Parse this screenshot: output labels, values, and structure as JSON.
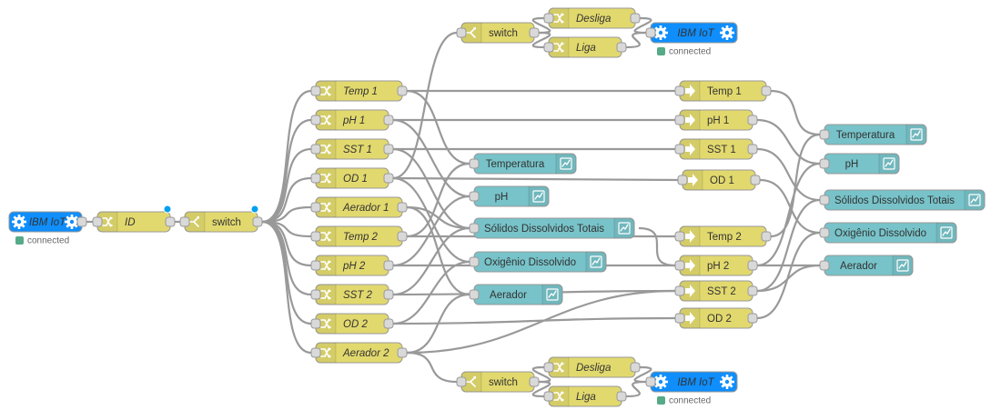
{
  "colors": {
    "function": "#e2d96e",
    "function_selected_border": "#ff7f0e",
    "output": "#e2d96e",
    "chart": "#77c3c9",
    "ibm": "#0f8efc",
    "status": "#5a8"
  },
  "flow": {
    "nodes": [
      {
        "id": "ibm_in",
        "type": "ibm",
        "label": "IBM IoT",
        "icon": "gear-icon",
        "status": "connected"
      },
      {
        "id": "id",
        "type": "function",
        "label": "ID",
        "icon": "shuffle-icon",
        "italic": true,
        "changed": true
      },
      {
        "id": "sw_main",
        "type": "function",
        "label": "switch",
        "icon": "switch-icon",
        "italic": false,
        "changed": true,
        "selected": true
      },
      {
        "id": "temp1",
        "type": "function",
        "label": "Temp 1",
        "icon": "shuffle-icon",
        "italic": true
      },
      {
        "id": "ph1",
        "type": "function",
        "label": "pH 1",
        "icon": "shuffle-icon",
        "italic": true
      },
      {
        "id": "sst1",
        "type": "function",
        "label": "SST 1",
        "icon": "shuffle-icon",
        "italic": true
      },
      {
        "id": "od1",
        "type": "function",
        "label": "OD 1",
        "icon": "shuffle-icon",
        "italic": true
      },
      {
        "id": "aer1",
        "type": "function",
        "label": "Aerador 1",
        "icon": "shuffle-icon",
        "italic": true
      },
      {
        "id": "temp2",
        "type": "function",
        "label": "Temp 2",
        "icon": "shuffle-icon",
        "italic": true
      },
      {
        "id": "ph2",
        "type": "function",
        "label": "pH 2",
        "icon": "shuffle-icon",
        "italic": true
      },
      {
        "id": "sst2",
        "type": "function",
        "label": "SST 2",
        "icon": "shuffle-icon",
        "italic": true
      },
      {
        "id": "od2",
        "type": "function",
        "label": "OD 2",
        "icon": "shuffle-icon",
        "italic": true
      },
      {
        "id": "aer2",
        "type": "function",
        "label": "Aerador 2",
        "icon": "shuffle-icon",
        "italic": true
      },
      {
        "id": "sw_top",
        "type": "function",
        "label": "switch",
        "icon": "switch-icon",
        "italic": false
      },
      {
        "id": "desl_top",
        "type": "function",
        "label": "Desliga",
        "icon": "shuffle-icon",
        "italic": true
      },
      {
        "id": "liga_top",
        "type": "function",
        "label": "Liga",
        "icon": "shuffle-icon",
        "italic": true
      },
      {
        "id": "ibm_top",
        "type": "ibm",
        "label": "IBM IoT",
        "icon": "gear-icon",
        "status": "connected"
      },
      {
        "id": "sw_bot",
        "type": "function",
        "label": "switch",
        "icon": "switch-icon",
        "italic": false
      },
      {
        "id": "desl_bot",
        "type": "function",
        "label": "Desliga",
        "icon": "shuffle-icon",
        "italic": true
      },
      {
        "id": "liga_bot",
        "type": "function",
        "label": "Liga",
        "icon": "shuffle-icon",
        "italic": true
      },
      {
        "id": "ibm_bot",
        "type": "ibm",
        "label": "IBM IoT",
        "icon": "gear-icon",
        "status": "connected"
      },
      {
        "id": "c_temp_a",
        "type": "chart",
        "label": "Temperatura",
        "icon": "chart-icon"
      },
      {
        "id": "c_ph_a",
        "type": "chart",
        "label": "pH",
        "icon": "chart-icon"
      },
      {
        "id": "c_sst_a",
        "type": "chart",
        "label": "Sólidos Dissolvidos Totais",
        "icon": "chart-icon"
      },
      {
        "id": "c_od_a",
        "type": "chart",
        "label": "Oxigênio Dissolvido",
        "icon": "chart-icon"
      },
      {
        "id": "c_aer_a",
        "type": "chart",
        "label": "Aerador",
        "icon": "chart-icon"
      },
      {
        "id": "o_temp1",
        "type": "output",
        "label": "Temp 1",
        "icon": "arrow-icon"
      },
      {
        "id": "o_ph1",
        "type": "output",
        "label": "pH 1",
        "icon": "arrow-icon"
      },
      {
        "id": "o_sst1",
        "type": "output",
        "label": "SST 1",
        "icon": "arrow-icon"
      },
      {
        "id": "o_od1",
        "type": "output",
        "label": "OD 1",
        "icon": "arrow-icon"
      },
      {
        "id": "o_temp2",
        "type": "output",
        "label": "Temp 2",
        "icon": "arrow-icon"
      },
      {
        "id": "o_ph2",
        "type": "output",
        "label": "pH 2",
        "icon": "arrow-icon"
      },
      {
        "id": "o_sst2",
        "type": "output",
        "label": "SST 2",
        "icon": "arrow-icon"
      },
      {
        "id": "o_od2",
        "type": "output",
        "label": "OD 2",
        "icon": "arrow-icon"
      },
      {
        "id": "c_temp_b",
        "type": "chart",
        "label": "Temperatura",
        "icon": "chart-icon"
      },
      {
        "id": "c_ph_b",
        "type": "chart",
        "label": "pH",
        "icon": "chart-icon"
      },
      {
        "id": "c_sst_b",
        "type": "chart",
        "label": "Sólidos Dissolvidos Totais",
        "icon": "chart-icon"
      },
      {
        "id": "c_od_b",
        "type": "chart",
        "label": "Oxigênio Dissolvido",
        "icon": "chart-icon"
      },
      {
        "id": "c_aer_b",
        "type": "chart",
        "label": "Aerador",
        "icon": "chart-icon"
      }
    ],
    "wires": [
      [
        "ibm_in",
        "id"
      ],
      [
        "id",
        "sw_main"
      ],
      [
        "sw_main",
        "temp1"
      ],
      [
        "sw_main",
        "ph1"
      ],
      [
        "sw_main",
        "sst1"
      ],
      [
        "sw_main",
        "od1"
      ],
      [
        "sw_main",
        "aer1"
      ],
      [
        "sw_main",
        "temp2"
      ],
      [
        "sw_main",
        "ph2"
      ],
      [
        "sw_main",
        "sst2"
      ],
      [
        "sw_main",
        "od2"
      ],
      [
        "sw_main",
        "aer2"
      ],
      [
        "temp1",
        "o_temp1"
      ],
      [
        "temp1",
        "c_temp_a"
      ],
      [
        "ph1",
        "o_ph1"
      ],
      [
        "ph1",
        "c_ph_a"
      ],
      [
        "sst1",
        "o_sst1"
      ],
      [
        "sst1",
        "c_sst_a"
      ],
      [
        "od1",
        "o_od1"
      ],
      [
        "od1",
        "c_od_a"
      ],
      [
        "od1",
        "sw_top"
      ],
      [
        "aer1",
        "c_aer_a"
      ],
      [
        "aer1",
        "c_sst_a"
      ],
      [
        "temp2",
        "o_temp2"
      ],
      [
        "temp2",
        "c_temp_a"
      ],
      [
        "ph2",
        "o_ph2"
      ],
      [
        "ph2",
        "c_ph_a"
      ],
      [
        "sst2",
        "o_sst2"
      ],
      [
        "sst2",
        "c_sst_a"
      ],
      [
        "od2",
        "o_od2"
      ],
      [
        "od2",
        "c_od_a"
      ],
      [
        "aer2",
        "c_aer_a"
      ],
      [
        "aer2",
        "o_sst2"
      ],
      [
        "aer2",
        "sw_bot"
      ],
      [
        "sw_top",
        "desl_top"
      ],
      [
        "sw_top",
        "liga_top"
      ],
      [
        "desl_top",
        "ibm_top"
      ],
      [
        "liga_top",
        "ibm_top"
      ],
      [
        "sw_bot",
        "desl_bot"
      ],
      [
        "sw_bot",
        "liga_bot"
      ],
      [
        "desl_bot",
        "ibm_bot"
      ],
      [
        "liga_bot",
        "ibm_bot"
      ],
      [
        "c_sst_a",
        "o_ph2"
      ],
      [
        "o_temp1",
        "c_temp_b"
      ],
      [
        "o_ph1",
        "c_ph_b"
      ],
      [
        "o_sst1",
        "c_sst_b"
      ],
      [
        "o_od1",
        "c_od_b"
      ],
      [
        "o_temp2",
        "c_temp_b"
      ],
      [
        "o_ph2",
        "c_ph_b"
      ],
      [
        "o_sst2",
        "c_sst_b"
      ],
      [
        "o_od2",
        "c_od_b"
      ],
      [
        "o_ph2",
        "c_aer_b"
      ],
      [
        "o_sst2",
        "c_aer_b"
      ]
    ]
  }
}
